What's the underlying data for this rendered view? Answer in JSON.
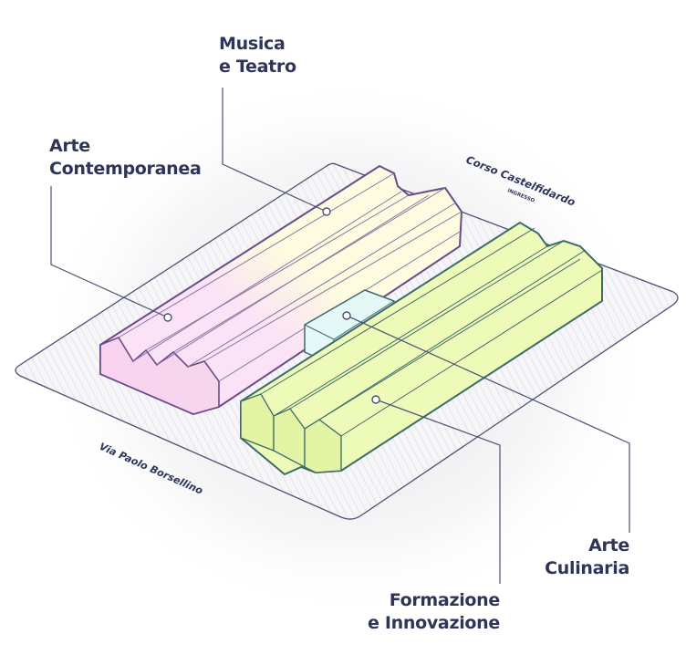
{
  "labels": {
    "musica": [
      "Musica",
      "e Teatro"
    ],
    "arte_contemporanea": [
      "Arte",
      "Contemporanea"
    ],
    "formazione": [
      "Formazione",
      "e Innovazione"
    ],
    "arte_culinaria": [
      "Arte",
      "Culinaria"
    ]
  },
  "streets": {
    "corso": "Corso Castelfidardo",
    "ingresso": "INGRESSO",
    "via": "Via Paolo Borsellino"
  },
  "colors": {
    "ink": "#2e3558",
    "outline_pink_block": "#6a4b8a",
    "outline_green_block": "#3f6a6a",
    "pink": "#fbe3f4",
    "yellow": "#fdfde0",
    "green": "#eefab8",
    "cyan": "#e4f8f8",
    "plot_fill": "#f3f3f6"
  }
}
